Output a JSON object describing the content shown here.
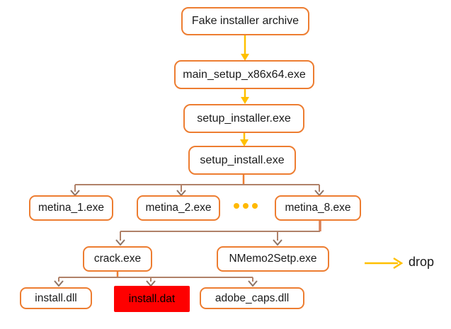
{
  "nodes": [
    {
      "label": "Fake installer archive"
    },
    {
      "label": "main_setup_x86x64.exe"
    },
    {
      "label": "setup_installer.exe"
    },
    {
      "label": "setup_install.exe"
    },
    {
      "label": "metina_1.exe"
    },
    {
      "label": "metina_2.exe"
    },
    {
      "label": "metina_8.exe"
    },
    {
      "label": "crack.exe"
    },
    {
      "label": "NMemo2Setp.exe"
    },
    {
      "label": "install.dll"
    },
    {
      "label": "install.dat",
      "highlighted": true
    },
    {
      "label": "adobe_caps.dll"
    }
  ],
  "icons": {
    "ellipsis": "three-gold-dots"
  },
  "legend": {
    "arrow_meaning": "drop",
    "label": "drop"
  },
  "colors": {
    "box_border": "#ED7D31",
    "drop_arrow": "#FFC000",
    "connector_line": "#B08168",
    "connector_stub": "#ED7D31",
    "thick_branch": "#D97F55",
    "arrowhead": "#8C7365",
    "highlight_bg": "#FE0000",
    "dots": "#FFB900",
    "text": "#1a1a1a"
  }
}
